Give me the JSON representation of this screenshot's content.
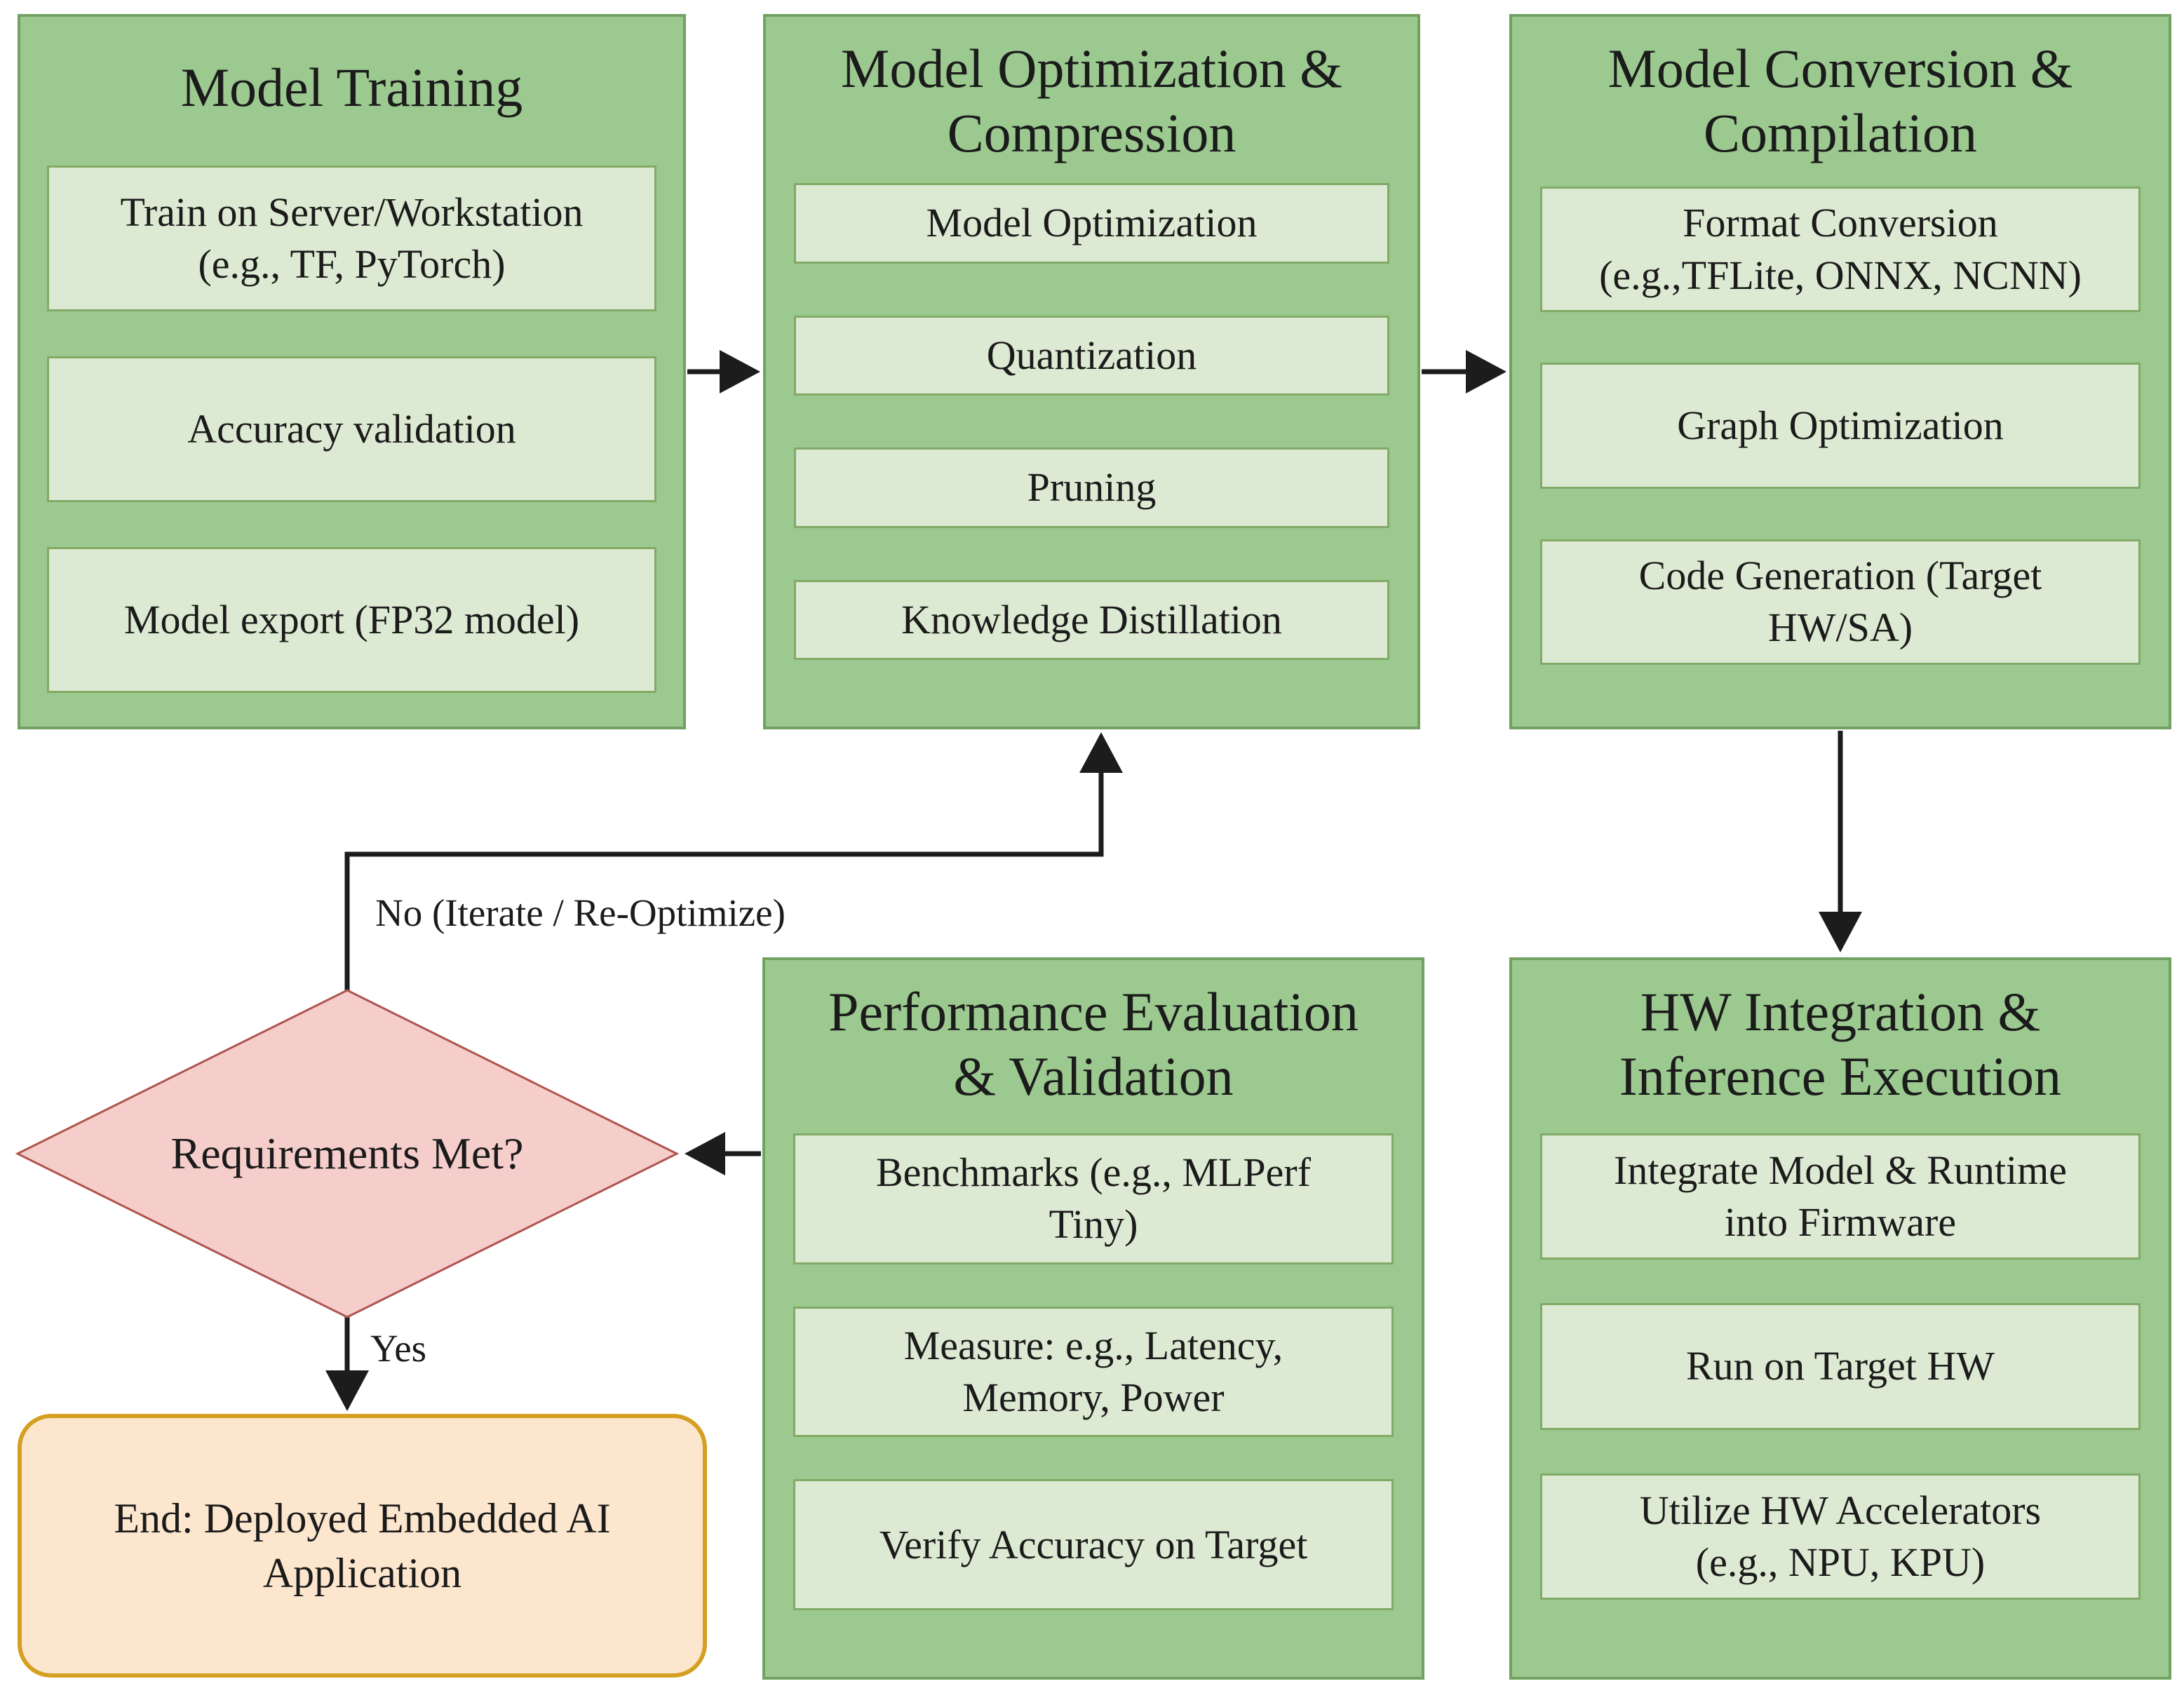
{
  "diagram": {
    "colors": {
      "stage_fill": "#9bc98f",
      "stage_border": "#72a263",
      "step_fill": "#ddead3",
      "step_border": "#82aa66",
      "decision_fill": "#f5cecb",
      "decision_border": "#b0544e",
      "end_fill": "#fce6cd",
      "end_border": "#d5a021",
      "line_color": "#1c1c1c"
    },
    "stages": [
      {
        "id": "model-training",
        "title": "Model Training",
        "steps": [
          "Train on Server/Workstation\n(e.g., TF, PyTorch)",
          "Accuracy validation",
          "Model export (FP32 model)"
        ]
      },
      {
        "id": "model-optimization",
        "title": "Model Optimization &\nCompression",
        "steps": [
          "Model Optimization",
          "Quantization",
          "Pruning",
          "Knowledge Distillation"
        ]
      },
      {
        "id": "model-conversion",
        "title": "Model Conversion &\nCompilation",
        "steps": [
          "Format Conversion\n(e.g.,TFLite, ONNX, NCNN)",
          "Graph Optimization",
          "Code Generation (Target\nHW/SA)"
        ]
      },
      {
        "id": "performance-evaluation",
        "title": "Performance Evaluation\n& Validation",
        "steps": [
          "Benchmarks (e.g., MLPerf\nTiny)",
          "Measure: e.g., Latency,\nMemory, Power",
          "Verify Accuracy on Target"
        ]
      },
      {
        "id": "hw-integration",
        "title": "HW Integration &\nInference Execution",
        "steps": [
          "Integrate Model & Runtime\ninto Firmware",
          "Run on Target HW",
          "Utilize HW Accelerators\n(e.g., NPU, KPU)"
        ]
      }
    ],
    "decision": {
      "label": "Requirements Met?"
    },
    "end_node": {
      "label": "End: Deployed Embedded AI\nApplication"
    },
    "edges": [
      {
        "from": "model-training",
        "to": "model-optimization",
        "label": ""
      },
      {
        "from": "model-optimization",
        "to": "model-conversion",
        "label": ""
      },
      {
        "from": "model-conversion",
        "to": "hw-integration",
        "label": ""
      },
      {
        "from": "performance-evaluation",
        "to": "decision",
        "label": ""
      },
      {
        "from": "decision",
        "to": "model-optimization",
        "label": "No (Iterate / Re-Optimize)"
      },
      {
        "from": "decision",
        "to": "end",
        "label": "Yes"
      }
    ]
  }
}
